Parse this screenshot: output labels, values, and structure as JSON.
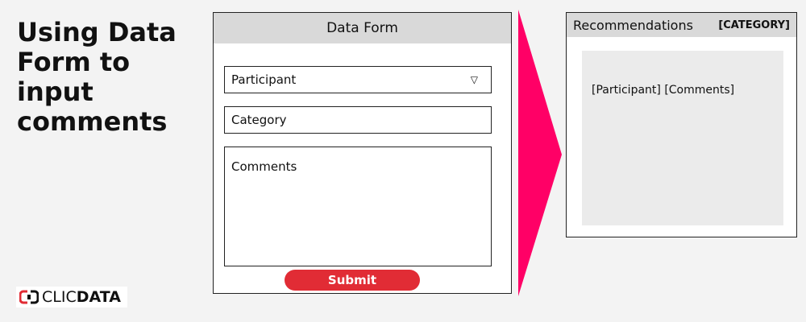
{
  "headline": "Using Data Form to input comments",
  "logo": {
    "text_light": "CLIC",
    "text_bold": "DATA",
    "mark_color": "#e12c35"
  },
  "form": {
    "title": "Data Form",
    "fields": {
      "participant": "Participant",
      "category": "Category",
      "comments": "Comments"
    },
    "dropdown_icon": "▽",
    "submit_label": "Submit",
    "submit_color": "#e12c35"
  },
  "arrow_color": "#ff0066",
  "recommendations": {
    "title": "Recommendations",
    "category_tag": "[CATEGORY]",
    "body_text": "[Participant] [Comments]"
  }
}
